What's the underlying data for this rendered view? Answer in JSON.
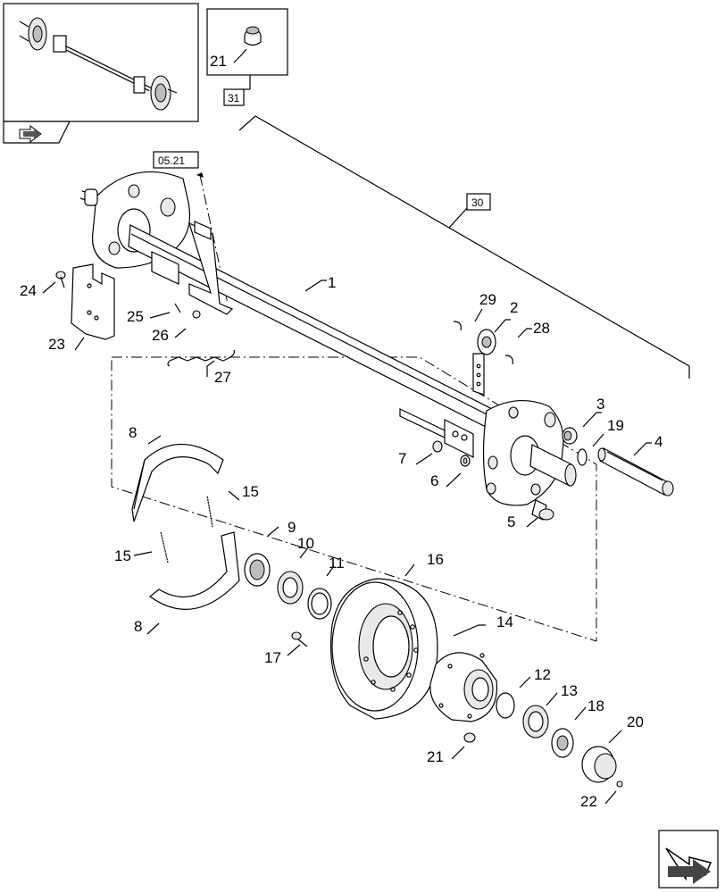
{
  "diagram": {
    "part_numbers": {
      "p1": "1",
      "p2": "2",
      "p3": "3",
      "p4": "4",
      "p5": "5",
      "p6": "6",
      "p7": "7",
      "p8a": "8",
      "p8b": "8",
      "p9": "9",
      "p10": "10",
      "p11": "11",
      "p12": "12",
      "p13": "13",
      "p14": "14",
      "p15a": "15",
      "p15b": "15",
      "p16": "16",
      "p17": "17",
      "p18": "18",
      "p19": "19",
      "p20": "20",
      "p21a": "21",
      "p21b": "21",
      "p22": "22",
      "p23": "23",
      "p24": "24",
      "p25": "25",
      "p26": "26",
      "p27": "27",
      "p28": "28",
      "p29": "29"
    },
    "references": {
      "r0521": "05.21",
      "r30": "30",
      "r31": "31"
    }
  },
  "icons": {
    "thumbnail": "axle-thumbnail",
    "prev": "previous-page-arrow-icon",
    "next": "next-page-arrow-icon"
  }
}
